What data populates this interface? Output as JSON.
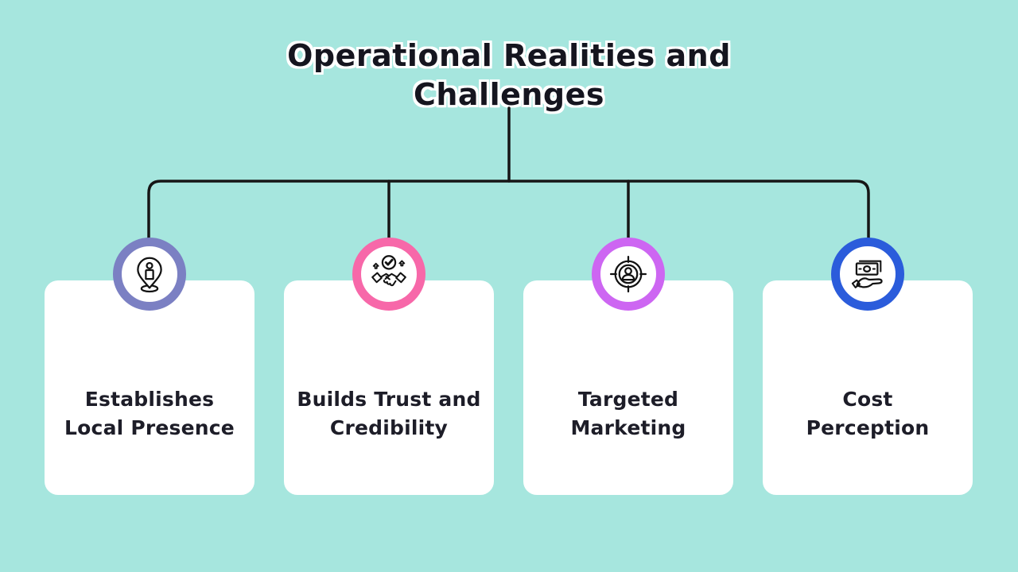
{
  "title": {
    "text": "Operational Realities and Challenges",
    "lines": [
      "Operational Realities and",
      "Challenges"
    ]
  },
  "colors": {
    "background": "#a6e6de",
    "connector": "#161616",
    "card_background": "#ffffff",
    "title_text": "#15151f",
    "title_outline": "#ffffff",
    "card_text": "#1d1d28"
  },
  "cards": [
    {
      "label": "Establishes Local Presence",
      "lines": [
        "Establishes",
        "Local Presence"
      ],
      "ring_color": "#7b80c3",
      "icon": "person-location-pin-icon"
    },
    {
      "label": "Builds Trust and Credibility",
      "lines": [
        "Builds Trust and",
        "Credibility"
      ],
      "ring_color": "#f768a9",
      "icon": "handshake-check-icon"
    },
    {
      "label": "Targeted Marketing",
      "lines": [
        "Targeted",
        "Marketing"
      ],
      "ring_color": "#cd66f2",
      "icon": "target-audience-icon"
    },
    {
      "label": "Cost Perception",
      "lines": [
        "Cost",
        "Perception"
      ],
      "ring_color": "#2b5cdb",
      "icon": "cash-in-hand-icon"
    }
  ]
}
